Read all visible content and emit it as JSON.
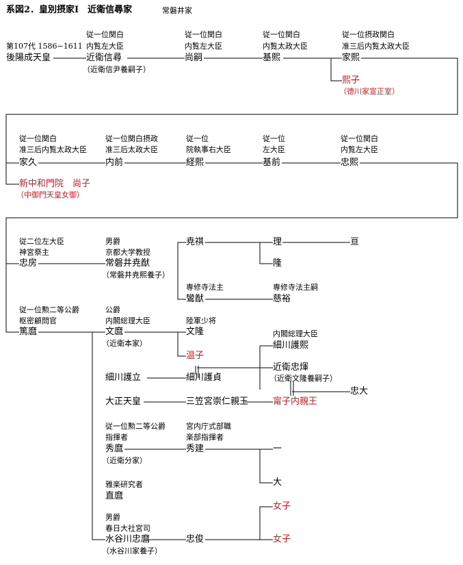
{
  "title": "系図2．皇別摂家Ⅰ　近衛信尋家",
  "subtitle": "常磐井家",
  "colors": {
    "line": "#000000",
    "text": "#000000",
    "highlight": "#e8141e"
  },
  "persons": [
    {
      "id": "goyozei",
      "name": "後陽成天皇",
      "notes": [
        "第107代 1586−1611"
      ]
    },
    {
      "id": "nobuhiro",
      "name": "近衛信尋",
      "notes": [
        "従一位関白",
        "内覧左大臣"
      ],
      "sub": "（近衛信尹養嗣子）"
    },
    {
      "id": "hisatsugu",
      "name": "尚嗣",
      "notes": [
        "従一位関白",
        "内覧左大臣"
      ]
    },
    {
      "id": "motohiro",
      "name": "基熙",
      "notes": [
        "従一位関白",
        "内覧太政大臣"
      ]
    },
    {
      "id": "iehiro",
      "name": "家熙",
      "notes": [
        "従一位摂政関白",
        "准三后内覧太政大臣"
      ]
    },
    {
      "id": "hiroko",
      "name": "熙子",
      "sub": "（德川家宣正室）",
      "female": true
    },
    {
      "id": "iehisa",
      "name": "家久",
      "notes": [
        "従一位関白",
        "准三后内覧太政大臣"
      ]
    },
    {
      "id": "uchisaki",
      "name": "内前",
      "notes": [
        "従一位関白摂政",
        "准三后太政大臣"
      ]
    },
    {
      "id": "tsunehiro",
      "name": "経熙",
      "notes": [
        "従一位",
        "院執事右大臣"
      ]
    },
    {
      "id": "motosaki",
      "name": "基前",
      "notes": [
        "従一位",
        "左大臣"
      ]
    },
    {
      "id": "tadahiro",
      "name": "忠熙",
      "notes": [
        "従一位関白",
        "内覧左大臣"
      ]
    },
    {
      "id": "hisako",
      "name": "新中和門院　尚子",
      "sub": "（中御門天皇女御）",
      "female": true
    },
    {
      "id": "tadafusa",
      "name": "忠房",
      "notes": [
        "従二位左大臣",
        "神宮祭主"
      ]
    },
    {
      "id": "takanori",
      "name": "常磐井尭猷",
      "notes": [
        "男爵",
        "京都大学教授"
      ],
      "sub": "（常磐井尭熙養子）"
    },
    {
      "id": "gyoki",
      "name": "尭祺"
    },
    {
      "id": "osamu",
      "name": "理"
    },
    {
      "id": "wataru",
      "name": "亘"
    },
    {
      "id": "takashi",
      "name": "隆"
    },
    {
      "id": "gyoyu",
      "name": "鸞猷",
      "notes": [
        "専修寺法主"
      ]
    },
    {
      "id": "jiyu",
      "name": "慈裕",
      "notes": [
        "専修寺法主嗣"
      ]
    },
    {
      "id": "atsumaro",
      "name": "篤麿",
      "notes": [
        "従一位勲二等公爵",
        "枢密顧問官"
      ]
    },
    {
      "id": "fumimaro",
      "name": "文麿",
      "notes": [
        "公爵",
        "内閣総理大臣"
      ],
      "sub": "（近衛本家）"
    },
    {
      "id": "fumitaka",
      "name": "文隆",
      "notes": [
        "陸軍少将"
      ]
    },
    {
      "id": "atsuko",
      "name": "温子",
      "female": true
    },
    {
      "id": "morihiro",
      "name": "細川護熙",
      "notes": [
        "内閣総理大臣"
      ]
    },
    {
      "id": "tadateru",
      "name": "近衛忠煇",
      "sub": "（近衛文隆養嗣子）"
    },
    {
      "id": "tadahiro2",
      "name": "忠大"
    },
    {
      "id": "moritatsu",
      "name": "細川護立"
    },
    {
      "id": "morisada",
      "name": "細川護貞"
    },
    {
      "id": "taisho",
      "name": "大正天皇"
    },
    {
      "id": "mikasa",
      "name": "三笠宮崇仁親王"
    },
    {
      "id": "yasuko",
      "name": "甯子内親王",
      "female": true
    },
    {
      "id": "hidemaro",
      "name": "秀麿",
      "notes": [
        "従一位勲二等公爵",
        "指揮者"
      ],
      "sub": "（近衛分家）"
    },
    {
      "id": "hidetake",
      "name": "秀建",
      "notes": [
        "宮内庁式部職",
        "楽部指揮者"
      ]
    },
    {
      "id": "hajime",
      "name": "一"
    },
    {
      "id": "dai",
      "name": "大"
    },
    {
      "id": "naomaro",
      "name": "直麿",
      "notes": [
        "雅楽研究者"
      ]
    },
    {
      "id": "tadamaro",
      "name": "水谷川忠麿",
      "notes": [
        "男爵",
        "春日大社宮司"
      ],
      "sub": "（水谷川家養子）"
    },
    {
      "id": "tadatoshi",
      "name": "忠俊"
    },
    {
      "id": "joshi1",
      "name": "女子",
      "female": true
    },
    {
      "id": "joshi2",
      "name": "女子",
      "female": true
    }
  ]
}
